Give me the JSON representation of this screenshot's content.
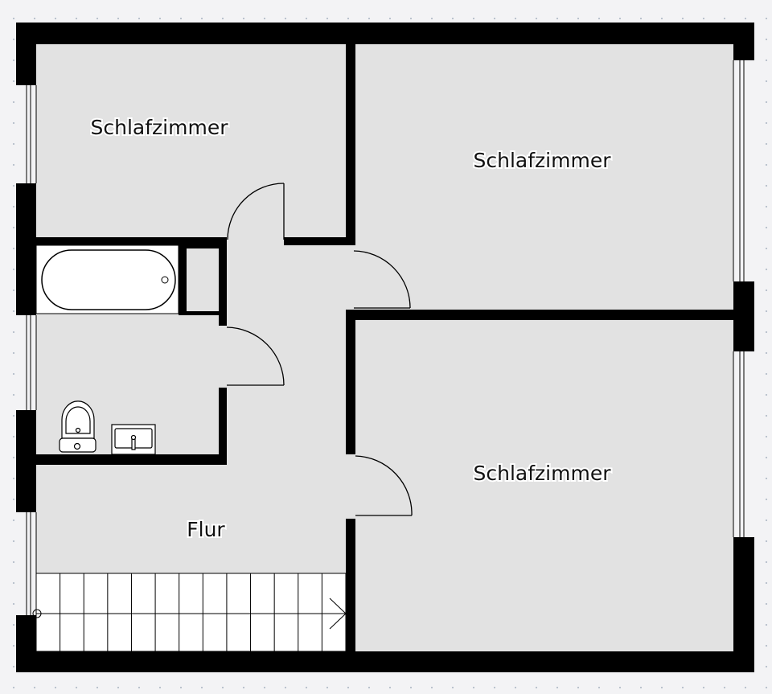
{
  "rooms": [
    {
      "name": "Schlafzimmer"
    },
    {
      "name": "Schlafzimmer"
    },
    {
      "name": "Schlafzimmer"
    },
    {
      "name": "Flur"
    }
  ],
  "stairs": {
    "treads": 13
  },
  "colors": {
    "wall": "#000000",
    "floor": "#e2e2e2",
    "fixture": "#ffffff"
  }
}
